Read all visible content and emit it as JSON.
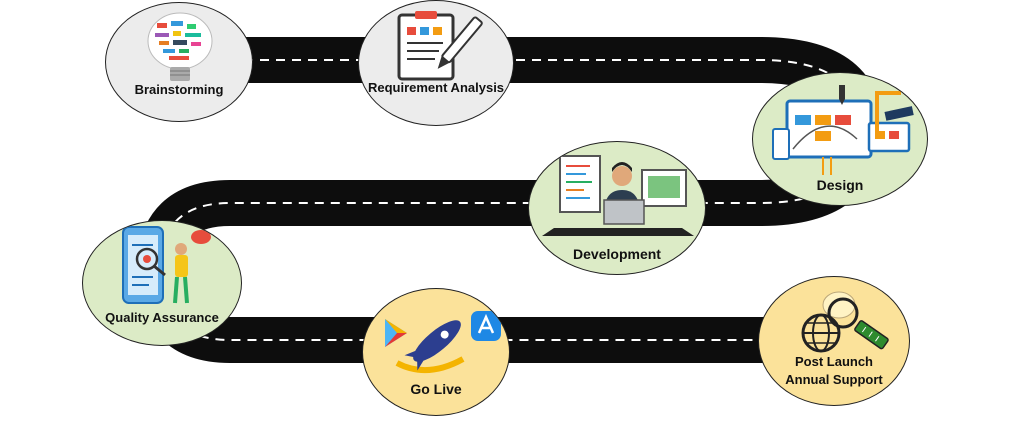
{
  "roadmap": {
    "stages": [
      {
        "id": "brainstorming",
        "label": "Brainstorming",
        "icon": "lightbulb-icon"
      },
      {
        "id": "requirement-analysis",
        "label": "Requirement Analysis",
        "icon": "clipboard-pen-icon"
      },
      {
        "id": "design",
        "label": "Design",
        "icon": "design-tools-icon"
      },
      {
        "id": "development",
        "label": "Development",
        "icon": "developer-at-computer-icon"
      },
      {
        "id": "quality-assurance",
        "label": "Quality Assurance",
        "icon": "phone-inspection-icon"
      },
      {
        "id": "go-live",
        "label": "Go Live",
        "icon": "rocket-launch-icon"
      },
      {
        "id": "post-launch",
        "label_line1": "Post Launch",
        "label_line2": "Annual Support",
        "icon": "globe-magnifier-icon"
      }
    ],
    "colors": {
      "road": "#0d0d0d",
      "road_dash": "#ffffff",
      "circle_grey": "#ececec",
      "circle_green": "#dcebc6",
      "circle_yellow": "#fbe29a"
    }
  }
}
